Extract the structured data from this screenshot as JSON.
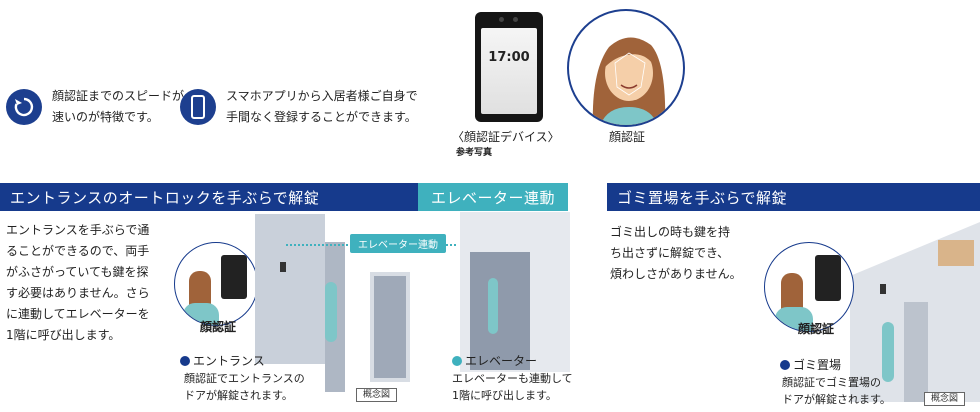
{
  "features": [
    {
      "icon": "speed-refresh-icon",
      "lines": [
        "顔認証までのスピードが",
        "速いのが特徴です。"
      ]
    },
    {
      "icon": "smartphone-icon",
      "lines": [
        "スマホアプリから入居者様ご自身で",
        "手間なく登録することができます。"
      ]
    }
  ],
  "device": {
    "time": "17:00",
    "caption": "〈顔認証デバイス〉",
    "note": "参考写真"
  },
  "face": {
    "caption": "顔認証"
  },
  "sections": {
    "entrance": {
      "title": "エントランスのオートロックを手ぶらで解錠",
      "description": [
        "エントランスを手ぶらで通",
        "ることができるので、両手",
        "がふさがっていても鍵を探",
        "す必要はありません。さら",
        "に連動してエレベーターを",
        "1階に呼び出します。"
      ],
      "face_label": "顔認証",
      "location_label": "エントランス",
      "location_text": [
        "顔認証でエントランスの",
        "ドアが解錠されます。"
      ],
      "concept": "概念図",
      "dot_color": "#163a8c"
    },
    "elevator": {
      "title": "エレベーター連動",
      "pill": "エレベーター連動",
      "location_label": "エレベーター",
      "location_text": [
        "エレベーターも連動して",
        "1階に呼び出します。"
      ],
      "dot_color": "#3fb1be"
    },
    "garbage": {
      "title": "ゴミ置場を手ぶらで解錠",
      "description": [
        "ゴミ出しの時も鍵を持",
        "ち出さずに解錠でき、",
        "煩わしさがありません。"
      ],
      "face_label": "顔認証",
      "location_label": "ゴミ置場",
      "location_text": [
        "顔認証でゴミ置場の",
        "ドアが解錠されます。"
      ],
      "concept": "概念図",
      "dot_color": "#163a8c"
    }
  },
  "colors": {
    "navy": "#163a8c",
    "teal": "#3fb1be"
  }
}
